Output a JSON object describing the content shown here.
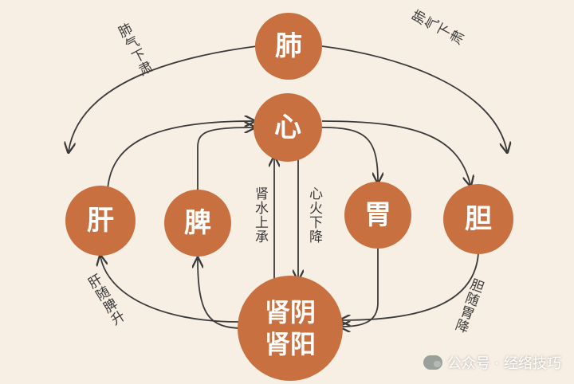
{
  "nodes": {
    "lung": "肺",
    "heart": "心",
    "liver": "肝",
    "spleen": "脾",
    "stomach": "胃",
    "gallbladder": "胆",
    "kidney_line1": "肾阴",
    "kidney_line2": "肾阳"
  },
  "edge_labels": {
    "lung_left": "肺气下肃",
    "lung_right": "肺气下肃",
    "kidney_water": "肾水上承",
    "heart_fire": "心火下降",
    "liver_rise": "肝随脾升",
    "gallbladder_fall": "胆随胃降"
  },
  "watermark": {
    "text": "公众号 · 经络技巧"
  },
  "colors": {
    "background": "#f7efe4",
    "node": "#c8703f",
    "line": "#3a3a3a"
  }
}
